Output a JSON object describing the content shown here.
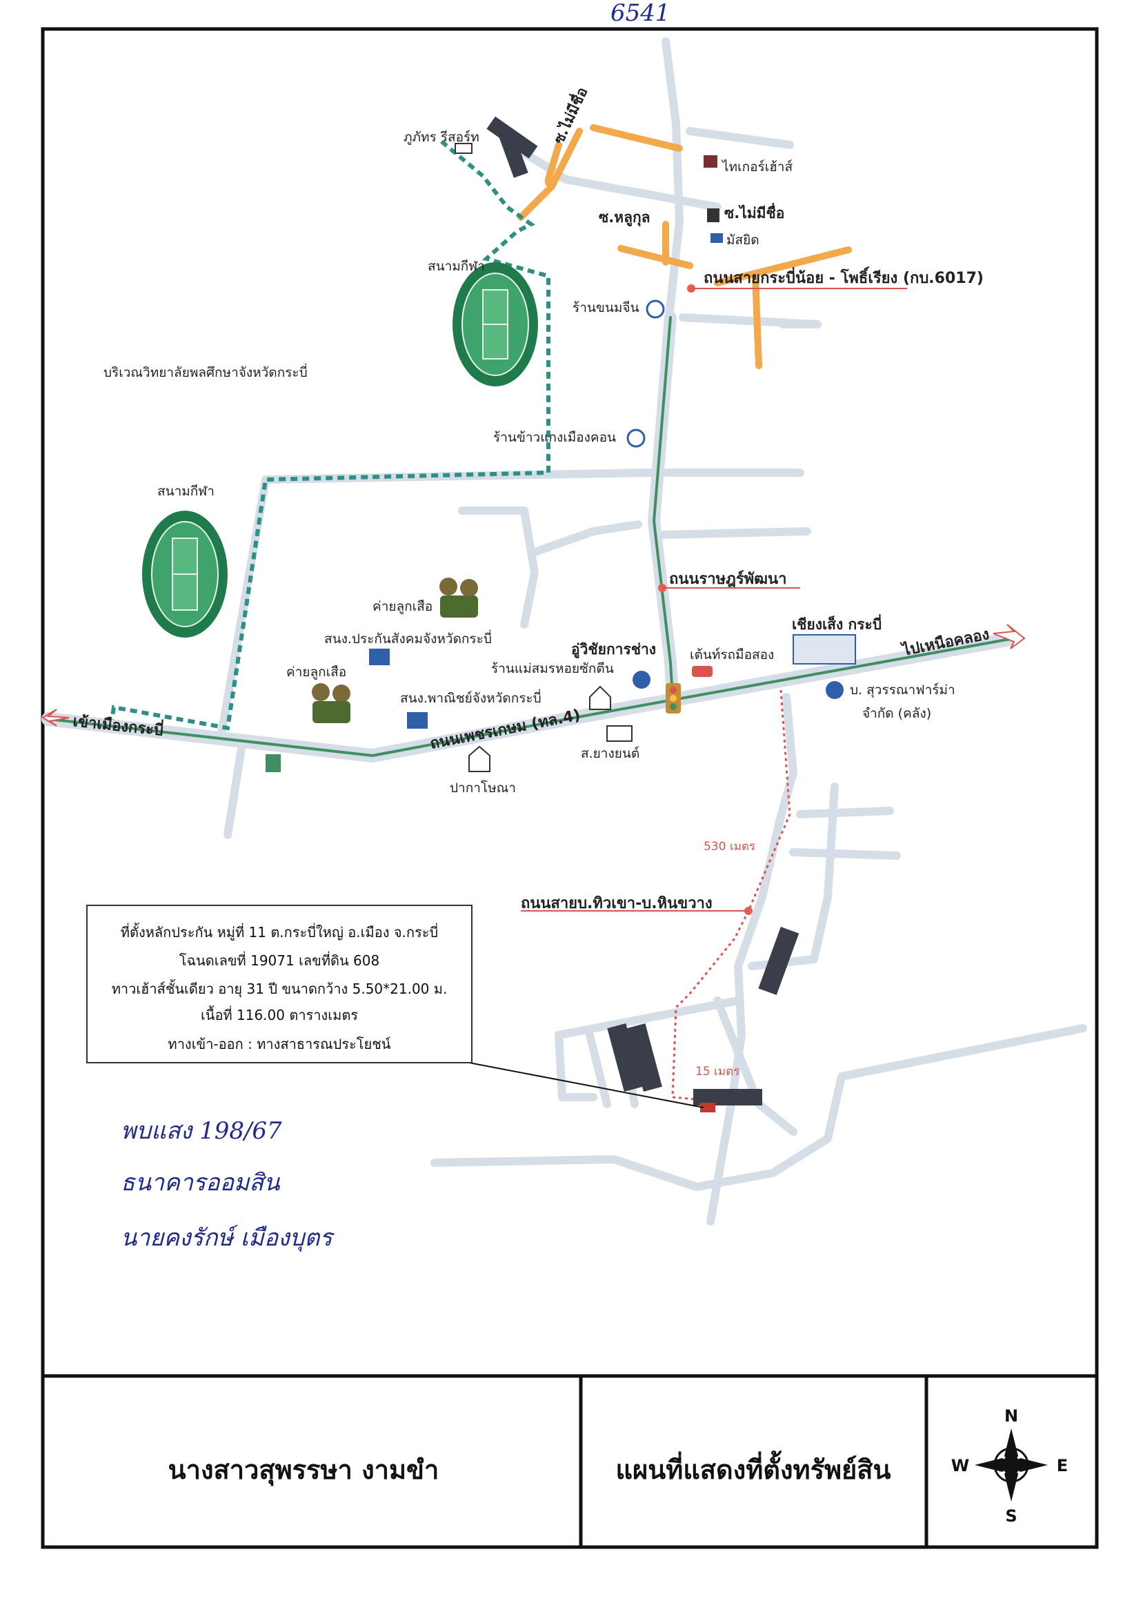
{
  "document": {
    "stamp_number": "6541",
    "owner_name": "นางสาวสุพรรษา  งามขำ",
    "map_title": "แผนที่แสดงที่ตั้งทรัพย์สิน"
  },
  "compass": {
    "n": "N",
    "s": "S",
    "e": "E",
    "w": "W"
  },
  "roads": {
    "phetkasem": "ถนนเพชรเกษม (ทล.4)",
    "krabi_noi": "ถนนสายกระบี่น้อย - โพธิ์เรียง (กบ.6017)",
    "rat_phatthana": "ถนนราษฎร์พัฒนา",
    "thio_khao": "ถนนสายบ.ทิวเขา-บ.หินขวาง",
    "to_city": "เข้าเมืองกระบี่",
    "to_nuea_khlong": "ไปเหนือคลอง",
    "soi_lukul": "ซ.หลูกุล",
    "soi_no_name_1": "ซ.ไม่มีชื่อ",
    "soi_no_name_2": "ซ.ไม่มีชื่อ"
  },
  "places": {
    "phuphat_resort": "ภูภัทร รีสอร์ท",
    "stadium_1": "สนามกีฬา",
    "stadium_2": "สนามกีฬา",
    "college": "บริเวณวิทยาลัยพลศึกษาจังหวัดกระบี่",
    "tiger_house": "ไทเกอร์เฮ้าส์",
    "mosque": "มัสยิด",
    "khanom_chin": "ร้านขนมจีน",
    "khao_kaeng": "ร้านข้าวแกงเมืองคอน",
    "scout_camp_1": "ค่ายลูกเสือ",
    "scout_camp_2": "ค่ายลูกเสือ",
    "social_security": "สนง.ประกันสังคมจังหวัดกระบี่",
    "commerce_office": "สนง.พาณิชย์จังหวัดกระบี่",
    "u_wichai": "อู่วิชัยการช่าง",
    "laundry": "ร้านแม่สมรหอยซักตีน",
    "tent_rot": "เต้นท์รถมือสอง",
    "chiang_seng": "เชียงเส็ง กระบี่",
    "suwanna_farma": "บ. สุวรรณาฟาร์ม่า",
    "suwanna_farma_2": "จำกัด (คลัง)",
    "sor_yangyon": "ส.ยางยนต์",
    "pakasot": "ปากาโษณา"
  },
  "distances": {
    "d530": "530 เมตร",
    "d15": "15 เมตร"
  },
  "info_box": {
    "line1": "ที่ตั้งหลักประกัน หมู่ที่ 11 ต.กระบี่ใหญ่ อ.เมือง จ.กระบี่",
    "line2": "โฉนดเลขที่ 19071 เลขที่ดิน 608",
    "line3": "ทาวเฮ้าส์ชั้นเดียว  อายุ 31 ปี ขนาดกว้าง 5.50*21.00 ม.",
    "line4": "เนื้อที่ 116.00 ตารางเมตร",
    "line5": "ทางเข้า-ออก : ทางสาธารณประโยชน์"
  },
  "handwritten": {
    "line1": "พบแสง 198/67",
    "line2": "ธนาคารออมสิน",
    "line3": "นายคงรักษ์ เมืองบุตร"
  },
  "colors": {
    "main_road": "#3f8f63",
    "side_road": "#d5dde6",
    "soi": "#f2a94c",
    "path": "#2e8f86",
    "distance": "#d9534f",
    "stadium": "#1f7a4c"
  }
}
